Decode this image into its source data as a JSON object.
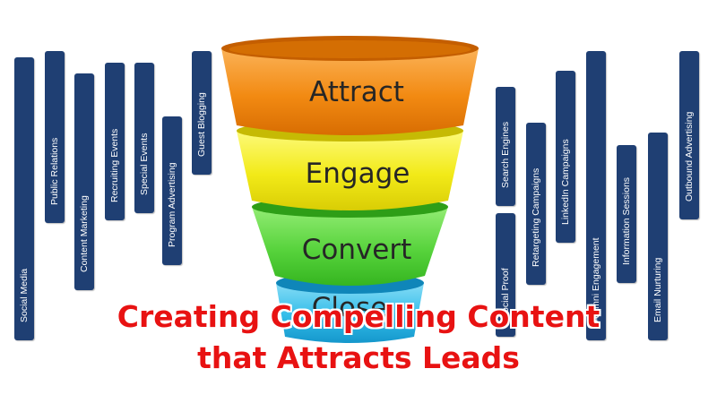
{
  "left_tags": [
    "Social Media",
    "Public Relations",
    "Content Marketing",
    "Recruiting Events",
    "Special Events",
    "Program Advertising",
    "Guest Blogging"
  ],
  "right_tags": [
    "Social Proof",
    "Search Engines",
    "Retargeting Campaigns",
    "LinkedIn Campaigns",
    "Alumni Engagement",
    "Information Sessions",
    "Email Nurturing",
    "Outbound Advertising"
  ],
  "funnel": {
    "stages": [
      {
        "label": "Attract",
        "color": "#f28a12"
      },
      {
        "label": "Engage",
        "color": "#f2ea18"
      },
      {
        "label": "Convert",
        "color": "#57d33c"
      },
      {
        "label": "Close",
        "color": "#33bde9"
      }
    ]
  },
  "headline": {
    "line1": "Creating Compelling Content",
    "line2": "that Attracts Leads"
  },
  "colors": {
    "tag_background": "#1f3f73",
    "tag_text": "#ffffff",
    "headline": "#e81212"
  }
}
